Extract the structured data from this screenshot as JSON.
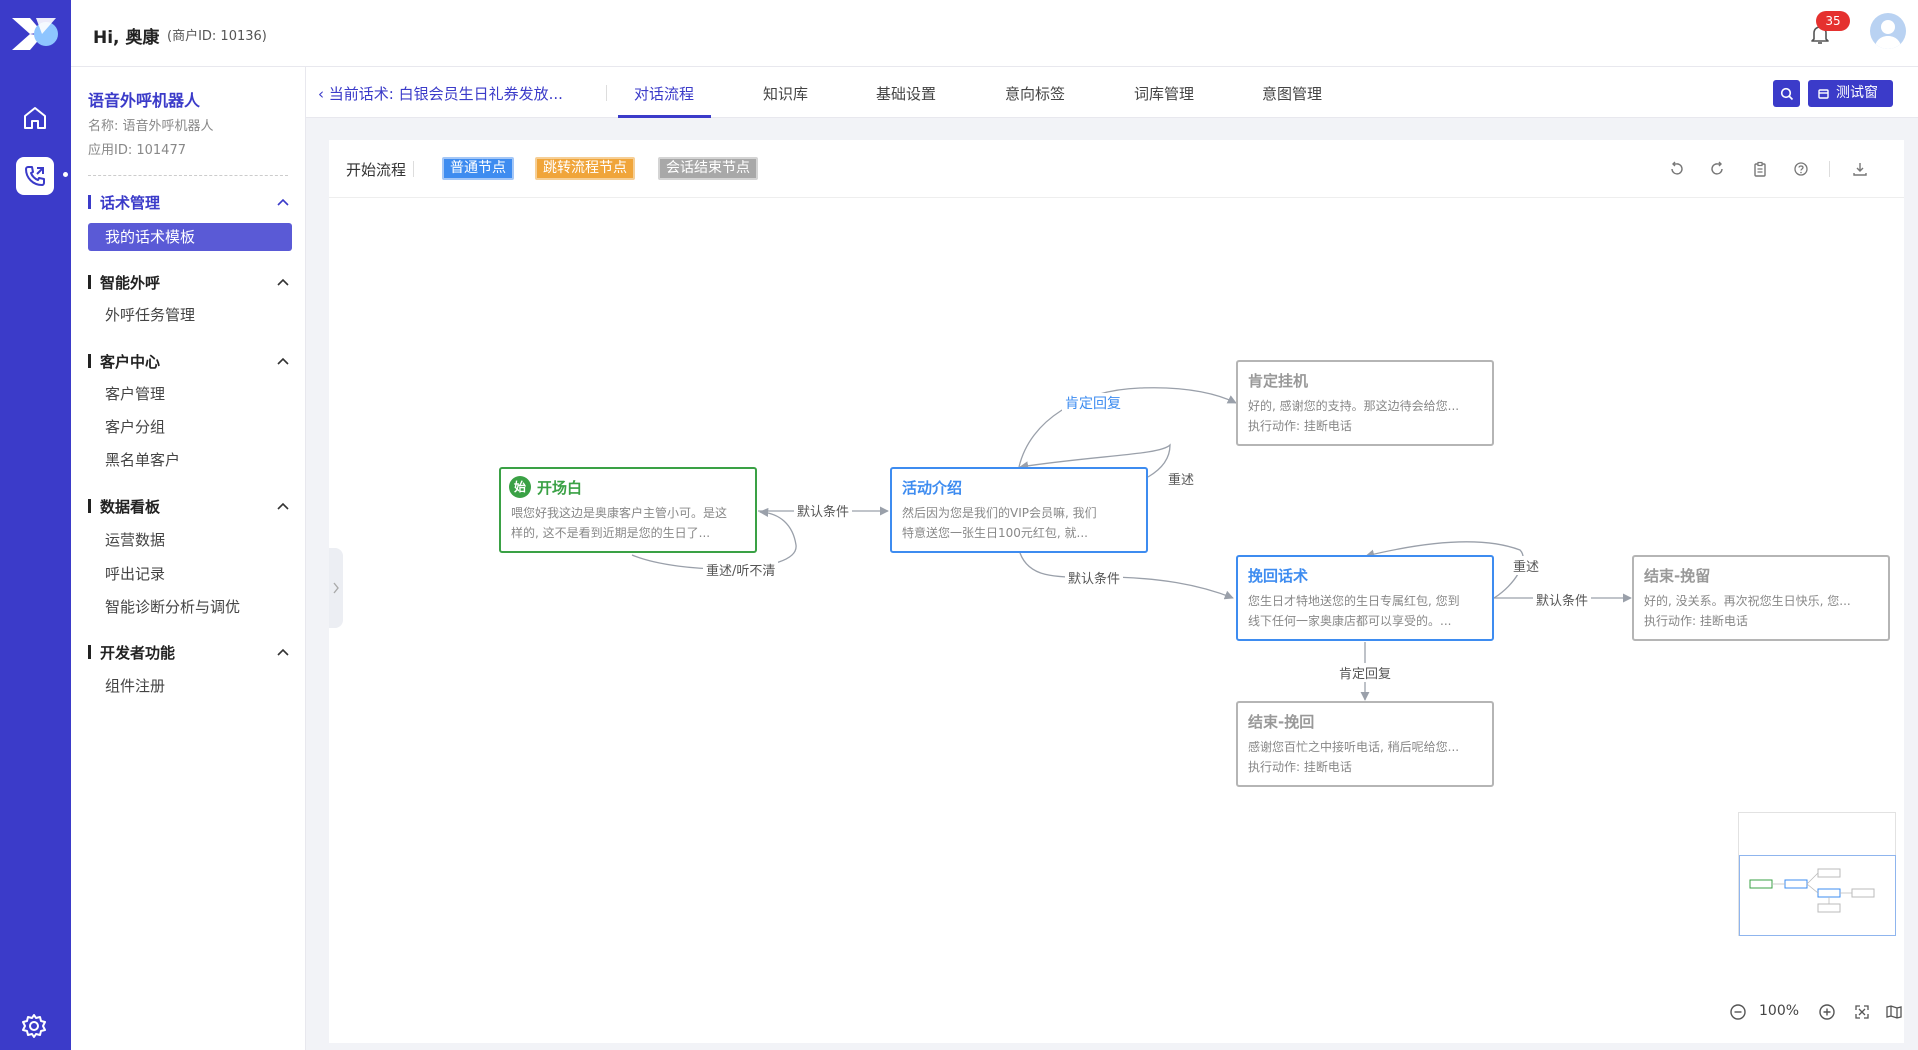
{
  "header": {
    "greeting": "Hi, 奥康",
    "merchant": "(商户ID: 10136)",
    "notification_count": "35"
  },
  "rail": {
    "icons": [
      "logo-icon",
      "home-icon",
      "phone-icon",
      "gear-icon"
    ]
  },
  "sidebar": {
    "app_title": "语音外呼机器人",
    "name_line": "名称: 语音外呼机器人",
    "appid_line": "应用ID: 101477",
    "groups": [
      {
        "label": "话术管理",
        "items": [
          "我的话术模板"
        ]
      },
      {
        "label": "智能外呼",
        "items": [
          "外呼任务管理"
        ]
      },
      {
        "label": "客户中心",
        "items": [
          "客户管理",
          "客户分组",
          "黑名单客户"
        ]
      },
      {
        "label": "数据看板",
        "items": [
          "运营数据",
          "呼出记录",
          "智能诊断分析与调优"
        ]
      },
      {
        "label": "开发者功能",
        "items": [
          "组件注册"
        ]
      }
    ]
  },
  "tabsbar": {
    "current_script": "当前话术: 白银会员生日礼券发放...",
    "tabs": [
      "对话流程",
      "知识库",
      "基础设置",
      "意向标签",
      "词库管理",
      "意图管理"
    ],
    "test_button": "测试窗"
  },
  "toolbar": {
    "start_flow": "开始流程",
    "chips": [
      "普通节点",
      "跳转流程节点",
      "会话结束节点"
    ]
  },
  "flow": {
    "start_mark": "始",
    "nodes": {
      "opening": {
        "title": "开场白",
        "line1": "喂您好我这边是奥康客户主管小可。是这",
        "line2": "样的, 这不是看到近期是您的生日了..."
      },
      "activity": {
        "title": "活动介绍",
        "line1": "然后因为您是我们的VIP会员嘛, 我们",
        "line2": "特意送您一张生日100元红包, 就..."
      },
      "affirm_hangup": {
        "title": "肯定挂机",
        "line1": "好的, 感谢您的支持。那这边待会给您...",
        "line2": "执行动作: 挂断电话"
      },
      "retain": {
        "title": "挽回话术",
        "line1": "您生日才特地送您的生日专属红包, 您到",
        "line2": "线下任何一家奥康店都可以享受的。..."
      },
      "end_retain": {
        "title": "结束-挽留",
        "line1": "好的, 没关系。再次祝您生日快乐, 您...",
        "line2": "执行动作: 挂断电话"
      },
      "end_recover": {
        "title": "结束-挽回",
        "line1": "感谢您百忙之中接听电话, 稍后呢给您...",
        "line2": "执行动作: 挂断电话"
      }
    },
    "edges": {
      "default1": "默认条件",
      "repeat_unclear": "重述/听不清",
      "affirm_reply1": "肯定回复",
      "repeat1": "重述",
      "default2": "默认条件",
      "repeat2": "重述",
      "default3": "默认条件",
      "affirm_reply2": "肯定回复"
    }
  },
  "zoom": {
    "level": "100%"
  }
}
